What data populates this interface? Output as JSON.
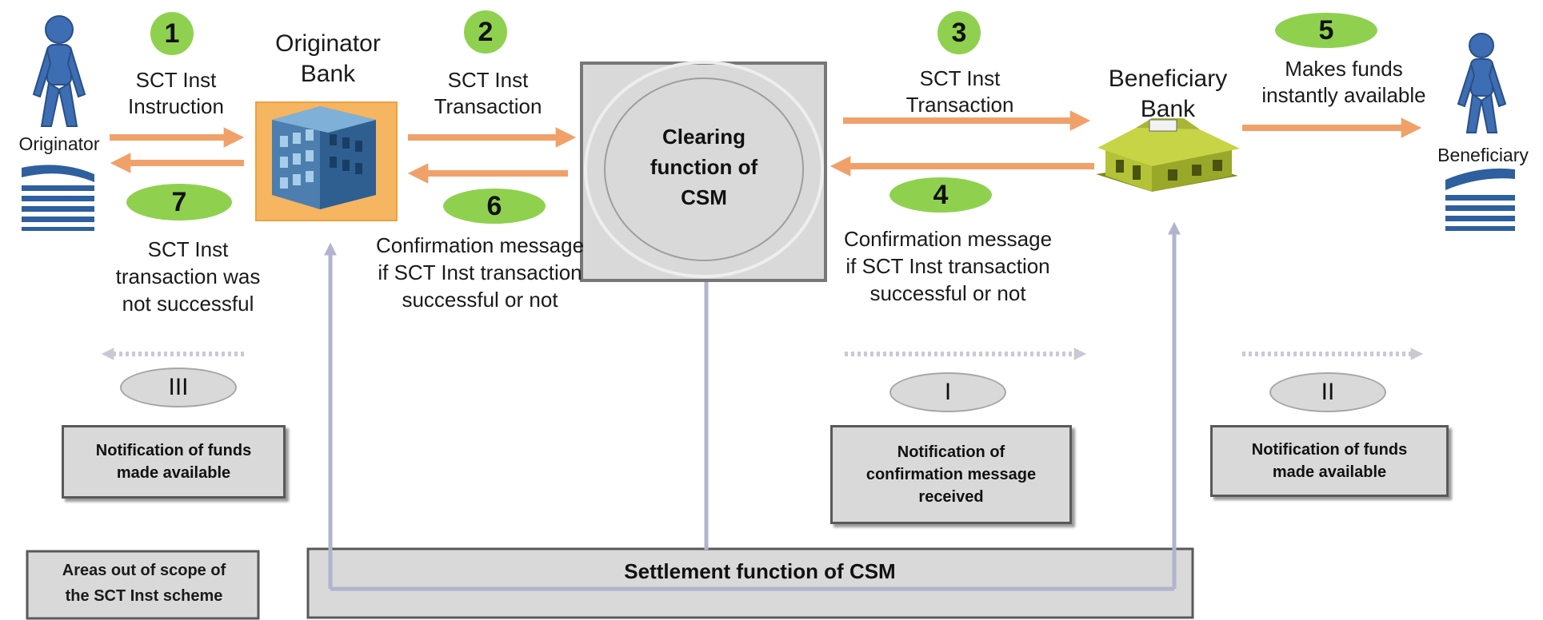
{
  "colors": {
    "badge": "#8fd14f",
    "arrow": "#f0a16a",
    "settlement_line": "#b3b3cf",
    "box_fill": "#d9d9d9",
    "person": "#3d6db3"
  },
  "actors": {
    "originator": "Originator",
    "originator_bank": "Originator\nBank",
    "beneficiary_bank": "Beneficiary\nBank",
    "beneficiary": "Beneficiary"
  },
  "clearing": {
    "label": "Clearing\nfunction of\nCSM"
  },
  "settlement": {
    "label": "Settlement function of CSM"
  },
  "steps": [
    {
      "num": "1",
      "text": "SCT Inst\nInstruction"
    },
    {
      "num": "2",
      "text": "SCT Inst\nTransaction"
    },
    {
      "num": "3",
      "text": "SCT Inst\nTransaction"
    },
    {
      "num": "4",
      "text": "Confirmation message\nif SCT Inst transaction\nsuccessful or not"
    },
    {
      "num": "5",
      "text": "Makes funds\ninstantly available"
    },
    {
      "num": "6",
      "text": "Confirmation message\nif SCT Inst transaction\nsuccessful or not"
    },
    {
      "num": "7",
      "text": "SCT Inst\ntransaction was\nnot successful"
    }
  ],
  "notifications": [
    {
      "num": "I",
      "text": "Notification of\nconfirmation message\nreceived"
    },
    {
      "num": "II",
      "text": "Notification of funds\nmade available"
    },
    {
      "num": "III",
      "text": "Notification of funds\nmade available"
    }
  ],
  "legend": "Areas out of scope of\nthe SCT Inst scheme"
}
